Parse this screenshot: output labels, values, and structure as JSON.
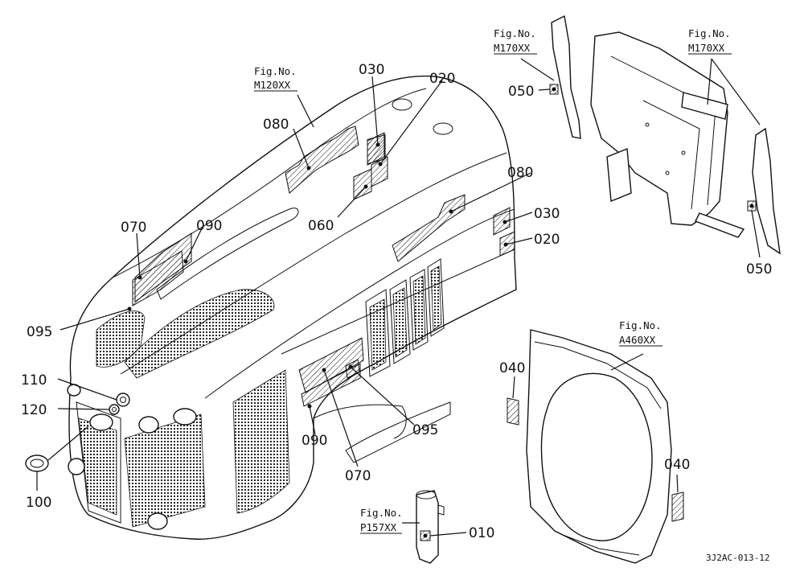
{
  "figure_code": "3J2AC-013-12",
  "refs": {
    "hood_top": "Fig.No.\nM120XX",
    "panel_small": "Fig.No.\nM170XX",
    "panel_large": "Fig.No.\nM170XX",
    "shroud": "Fig.No.\nA460XX",
    "bracket": "Fig.No.\nP157XX"
  },
  "ref_lines": {
    "hood_top": [
      "Fig.No.",
      "M120XX"
    ],
    "panel_small": [
      "Fig.No.",
      "M170XX"
    ],
    "panel_large": [
      "Fig.No.",
      "M170XX"
    ],
    "shroud": [
      "Fig.No.",
      "A460XX"
    ],
    "bracket": [
      "Fig.No.",
      "P157XX"
    ]
  },
  "callouts": {
    "c010": "010",
    "c020_top": "020",
    "c020_side": "020",
    "c030_top": "030",
    "c030_side": "030",
    "c040_left": "040",
    "c040_right": "040",
    "c050_left": "050",
    "c050_right": "050",
    "c060": "060",
    "c070_top": "070",
    "c070_bottom": "070",
    "c080_top": "080",
    "c080_side": "080",
    "c090_top": "090",
    "c090_bottom": "090",
    "c095_left": "095",
    "c095_right": "095",
    "c100": "100",
    "c110": "110",
    "c120": "120"
  }
}
